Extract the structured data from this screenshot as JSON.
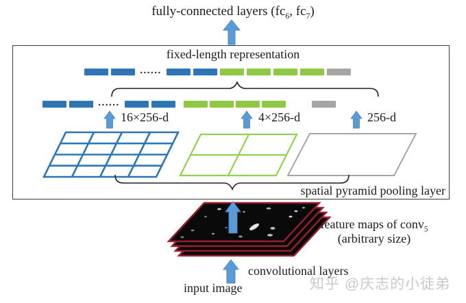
{
  "labels": {
    "fc_prefix": "fully-connected layers (fc",
    "fc6_sub": "6",
    "fc_mid": ", fc",
    "fc7_sub": "7",
    "fc_suffix": ")",
    "fixed_length": "fixed-length representation",
    "ellipsis": "......",
    "pool_16": "16×256-d",
    "pool_4": "4×256-d",
    "pool_1": "256-d",
    "spp_layer": "spatial pyramid pooling layer",
    "feature_maps_prefix": "feature maps of conv",
    "conv5_sub": "5",
    "arbitrary_size": "(arbitrary size)",
    "conv_layers": "convolutional layers",
    "input_image": "input image",
    "watermark": "知乎 @庆志的小徒弟"
  },
  "colors": {
    "bar_blue": "#2E75B6",
    "bar_green": "#8FC843",
    "bar_gray": "#A5A5A5",
    "arrow_blue": "#5B9BD5",
    "grid_blue": "#2E75B6",
    "grid_green": "#92D050",
    "grid_gray": "#A6A6A6",
    "feature_map_border_red": "#96202E",
    "feature_map_fill": "#0a0a0a",
    "box_border": "#3a3a3a",
    "text": "#1c1c1c",
    "watermark_gray": "#c6c9ce"
  },
  "structure": {
    "pyramid_levels": [
      {
        "grid": "4x4",
        "bins": 16,
        "output_label": "16×256-d",
        "color": "blue"
      },
      {
        "grid": "2x2",
        "bins": 4,
        "output_label": "4×256-d",
        "color": "green"
      },
      {
        "grid": "1x1",
        "bins": 1,
        "output_label": "256-d",
        "color": "gray"
      }
    ],
    "top_row_bars": {
      "blue": 4,
      "green": 4,
      "gray": 1,
      "has_ellipsis": true
    },
    "feature_map_layers": 4
  }
}
